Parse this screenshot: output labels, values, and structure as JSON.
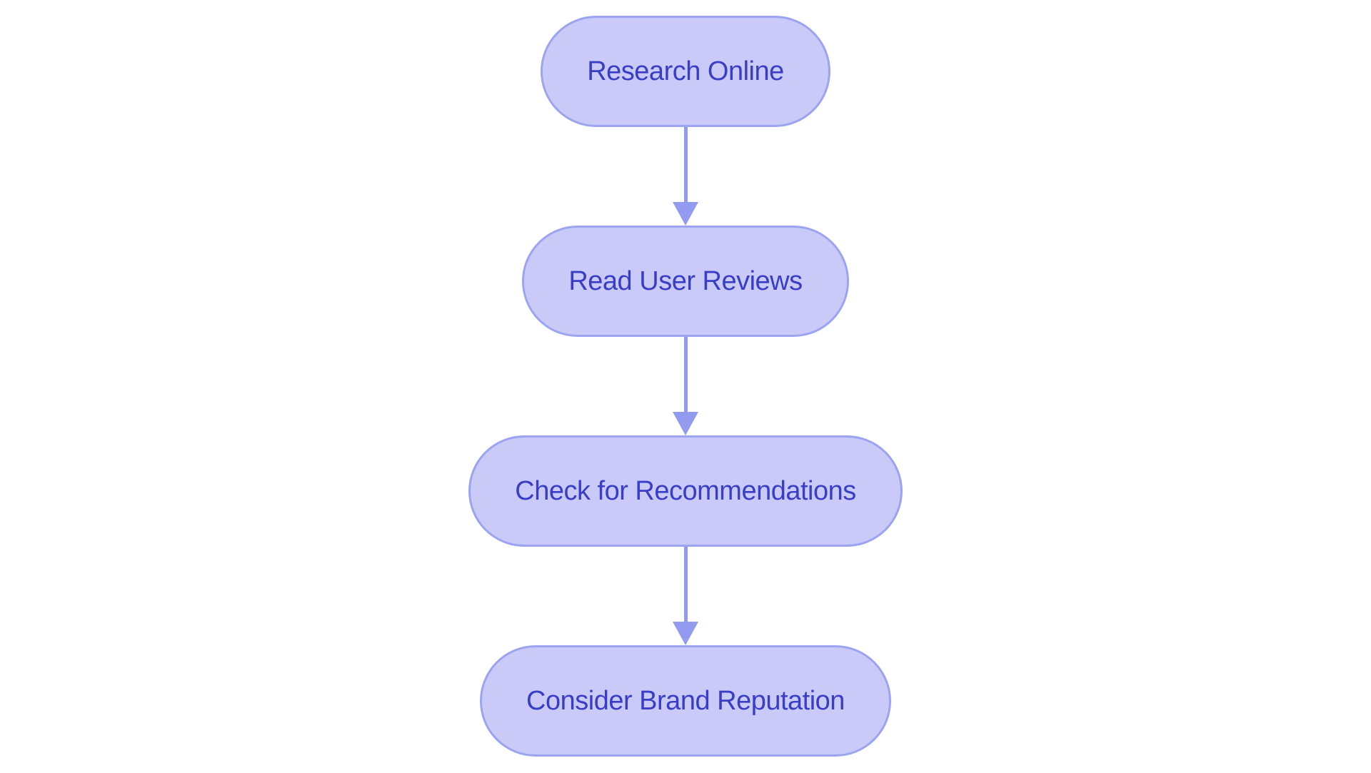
{
  "diagram": {
    "type": "flowchart",
    "direction": "top-down",
    "steps": [
      {
        "id": 1,
        "label": "Research Online"
      },
      {
        "id": 2,
        "label": "Read User Reviews"
      },
      {
        "id": 3,
        "label": "Check for Recommendations"
      },
      {
        "id": 4,
        "label": "Consider Brand Reputation"
      }
    ],
    "connections": [
      {
        "from": "Research Online",
        "to": "Read User Reviews"
      },
      {
        "from": "Read User Reviews",
        "to": "Check for Recommendations"
      },
      {
        "from": "Check for Recommendations",
        "to": "Consider Brand Reputation"
      }
    ],
    "colors": {
      "background": "#ffffff",
      "node_fill": "#c9caf8",
      "node_border": "#9ca3f0",
      "arrow": "#939bf0",
      "text": "#3a3ec7"
    }
  }
}
